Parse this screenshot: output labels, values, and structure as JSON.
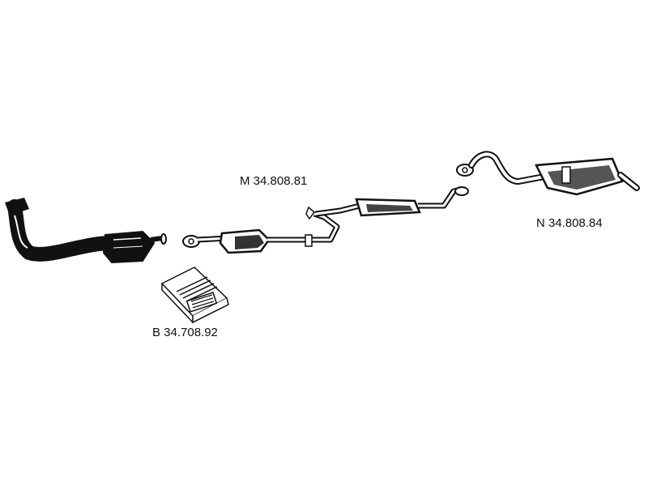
{
  "parts": {
    "center_section": {
      "code": "M 34.808.81",
      "color": "#111111"
    },
    "rear_silencer": {
      "code": "N 34.808.84",
      "color": "#111111"
    },
    "mounting_kit": {
      "code": "B 34.708.92",
      "color": "#111111"
    }
  }
}
